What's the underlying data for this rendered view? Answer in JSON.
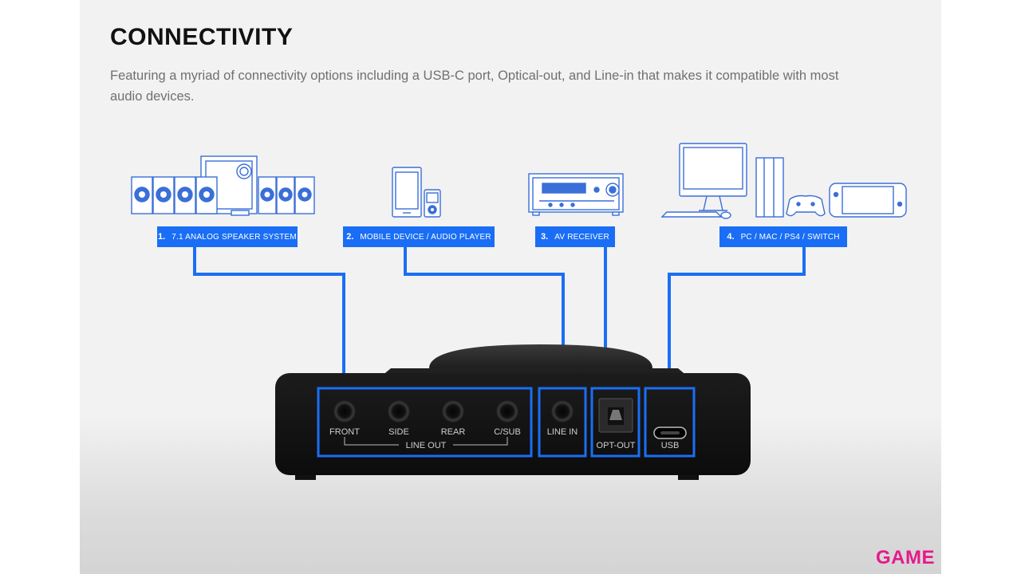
{
  "header": {
    "title": "CONNECTIVITY",
    "description": "Featuring a myriad of connectivity options including a USB-C port, Optical-out, and Line-in that makes it compatible with most audio devices."
  },
  "connections": [
    {
      "number": "1.",
      "label": "7.1 ANALOG SPEAKER SYSTEM"
    },
    {
      "number": "2.",
      "label": "MOBILE DEVICE / AUDIO PLAYER"
    },
    {
      "number": "3.",
      "label": "AV RECEIVER"
    },
    {
      "number": "4.",
      "label": "PC / MAC / PS4 / SWITCH"
    }
  ],
  "ports": {
    "front": "FRONT",
    "side": "SIDE",
    "rear": "REAR",
    "csub": "C/SUB",
    "line_out": "LINE OUT",
    "line_in": "LINE IN",
    "opt_out": "OPT-OUT",
    "usb": "USB"
  },
  "brand": {
    "logo": "GAME"
  },
  "colors": {
    "accent": "#1a6ef5",
    "brand": "#e6198c",
    "icon": "#3a6fd8"
  }
}
